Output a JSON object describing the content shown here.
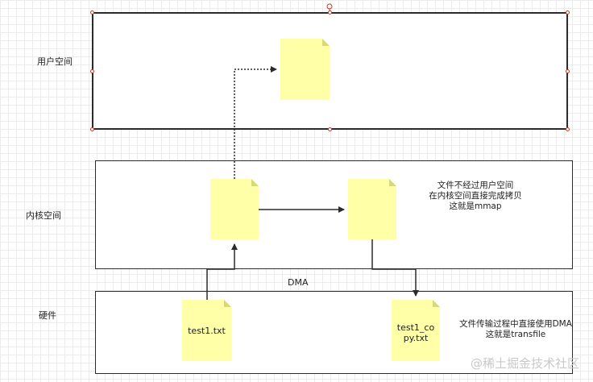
{
  "lanes": {
    "user_space": "用户空间",
    "kernel_space": "内核空间",
    "hardware": "硬件"
  },
  "documents": {
    "source_file": "test1.txt",
    "copy_file_line1": "test1_co",
    "copy_file_line2": "py.txt"
  },
  "notes": {
    "mmap_line1": "文件不经过用户空间",
    "mmap_line2": "在内核空间直接完成拷贝",
    "mmap_line3": "这就是mmap",
    "transfile_line1": "文件传输过程中直接使用DMA",
    "transfile_line2": "这就是transfile"
  },
  "dma_label": "DMA",
  "watermark": "@稀土掘金技术社区",
  "colors": {
    "document_fill": "#ffffa8",
    "document_fold": "#d8d87a",
    "border": "#2b2b2b",
    "selection_handle": "#c0392b"
  }
}
